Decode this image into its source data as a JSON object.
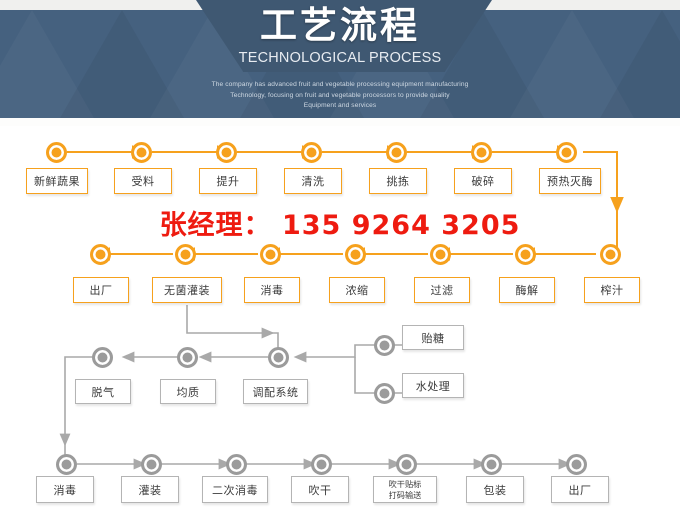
{
  "banner": {
    "title_cn": "工艺流程",
    "title_en": "TECHNOLOGICAL PROCESS",
    "subtitle_line1": "The company has advanced fruit and vegetable processing equipment manufacturing",
    "subtitle_line2": "Technology, focusing on fruit and vegetable processors to provide quality",
    "subtitle_line3": "Equipment and services",
    "bg_color": "#45617f",
    "plaque_color": "#3f5872"
  },
  "contact": {
    "text": "张经理： 135 9264 3205",
    "color": "#ee1b10"
  },
  "colors": {
    "orange": "#f6a11d",
    "gray": "#9b9b9b",
    "box_gray_border": "#b4b4b4"
  },
  "flow": {
    "row1": {
      "direction": "left-to-right",
      "color": "orange",
      "steps": [
        {
          "label": "新鲜蔬果"
        },
        {
          "label": "受料"
        },
        {
          "label": "提升"
        },
        {
          "label": "清洗"
        },
        {
          "label": "挑拣"
        },
        {
          "label": "破碎"
        },
        {
          "label": "预热灭酶"
        }
      ]
    },
    "row2": {
      "direction": "right-to-left",
      "color": "orange",
      "steps": [
        {
          "label": "出厂"
        },
        {
          "label": "无菌灌装"
        },
        {
          "label": "消毒"
        },
        {
          "label": "浓缩"
        },
        {
          "label": "过滤"
        },
        {
          "label": "酶解"
        },
        {
          "label": "榨汁"
        }
      ]
    },
    "row3": {
      "direction": "right-to-left",
      "color": "gray",
      "steps": [
        {
          "label": "脱气"
        },
        {
          "label": "均质"
        },
        {
          "label": "调配系统"
        }
      ]
    },
    "branch": {
      "color": "gray",
      "steps": [
        {
          "label": "贻糖"
        },
        {
          "label": "水处理"
        }
      ]
    },
    "row4": {
      "direction": "left-to-right",
      "color": "gray",
      "steps": [
        {
          "label": "消毒"
        },
        {
          "label": "灌装"
        },
        {
          "label": "二次消毒"
        },
        {
          "label": "吹干"
        },
        {
          "label": "吹干贴标",
          "label2": "打码输送"
        },
        {
          "label": "包装"
        },
        {
          "label": "出厂"
        }
      ]
    }
  }
}
